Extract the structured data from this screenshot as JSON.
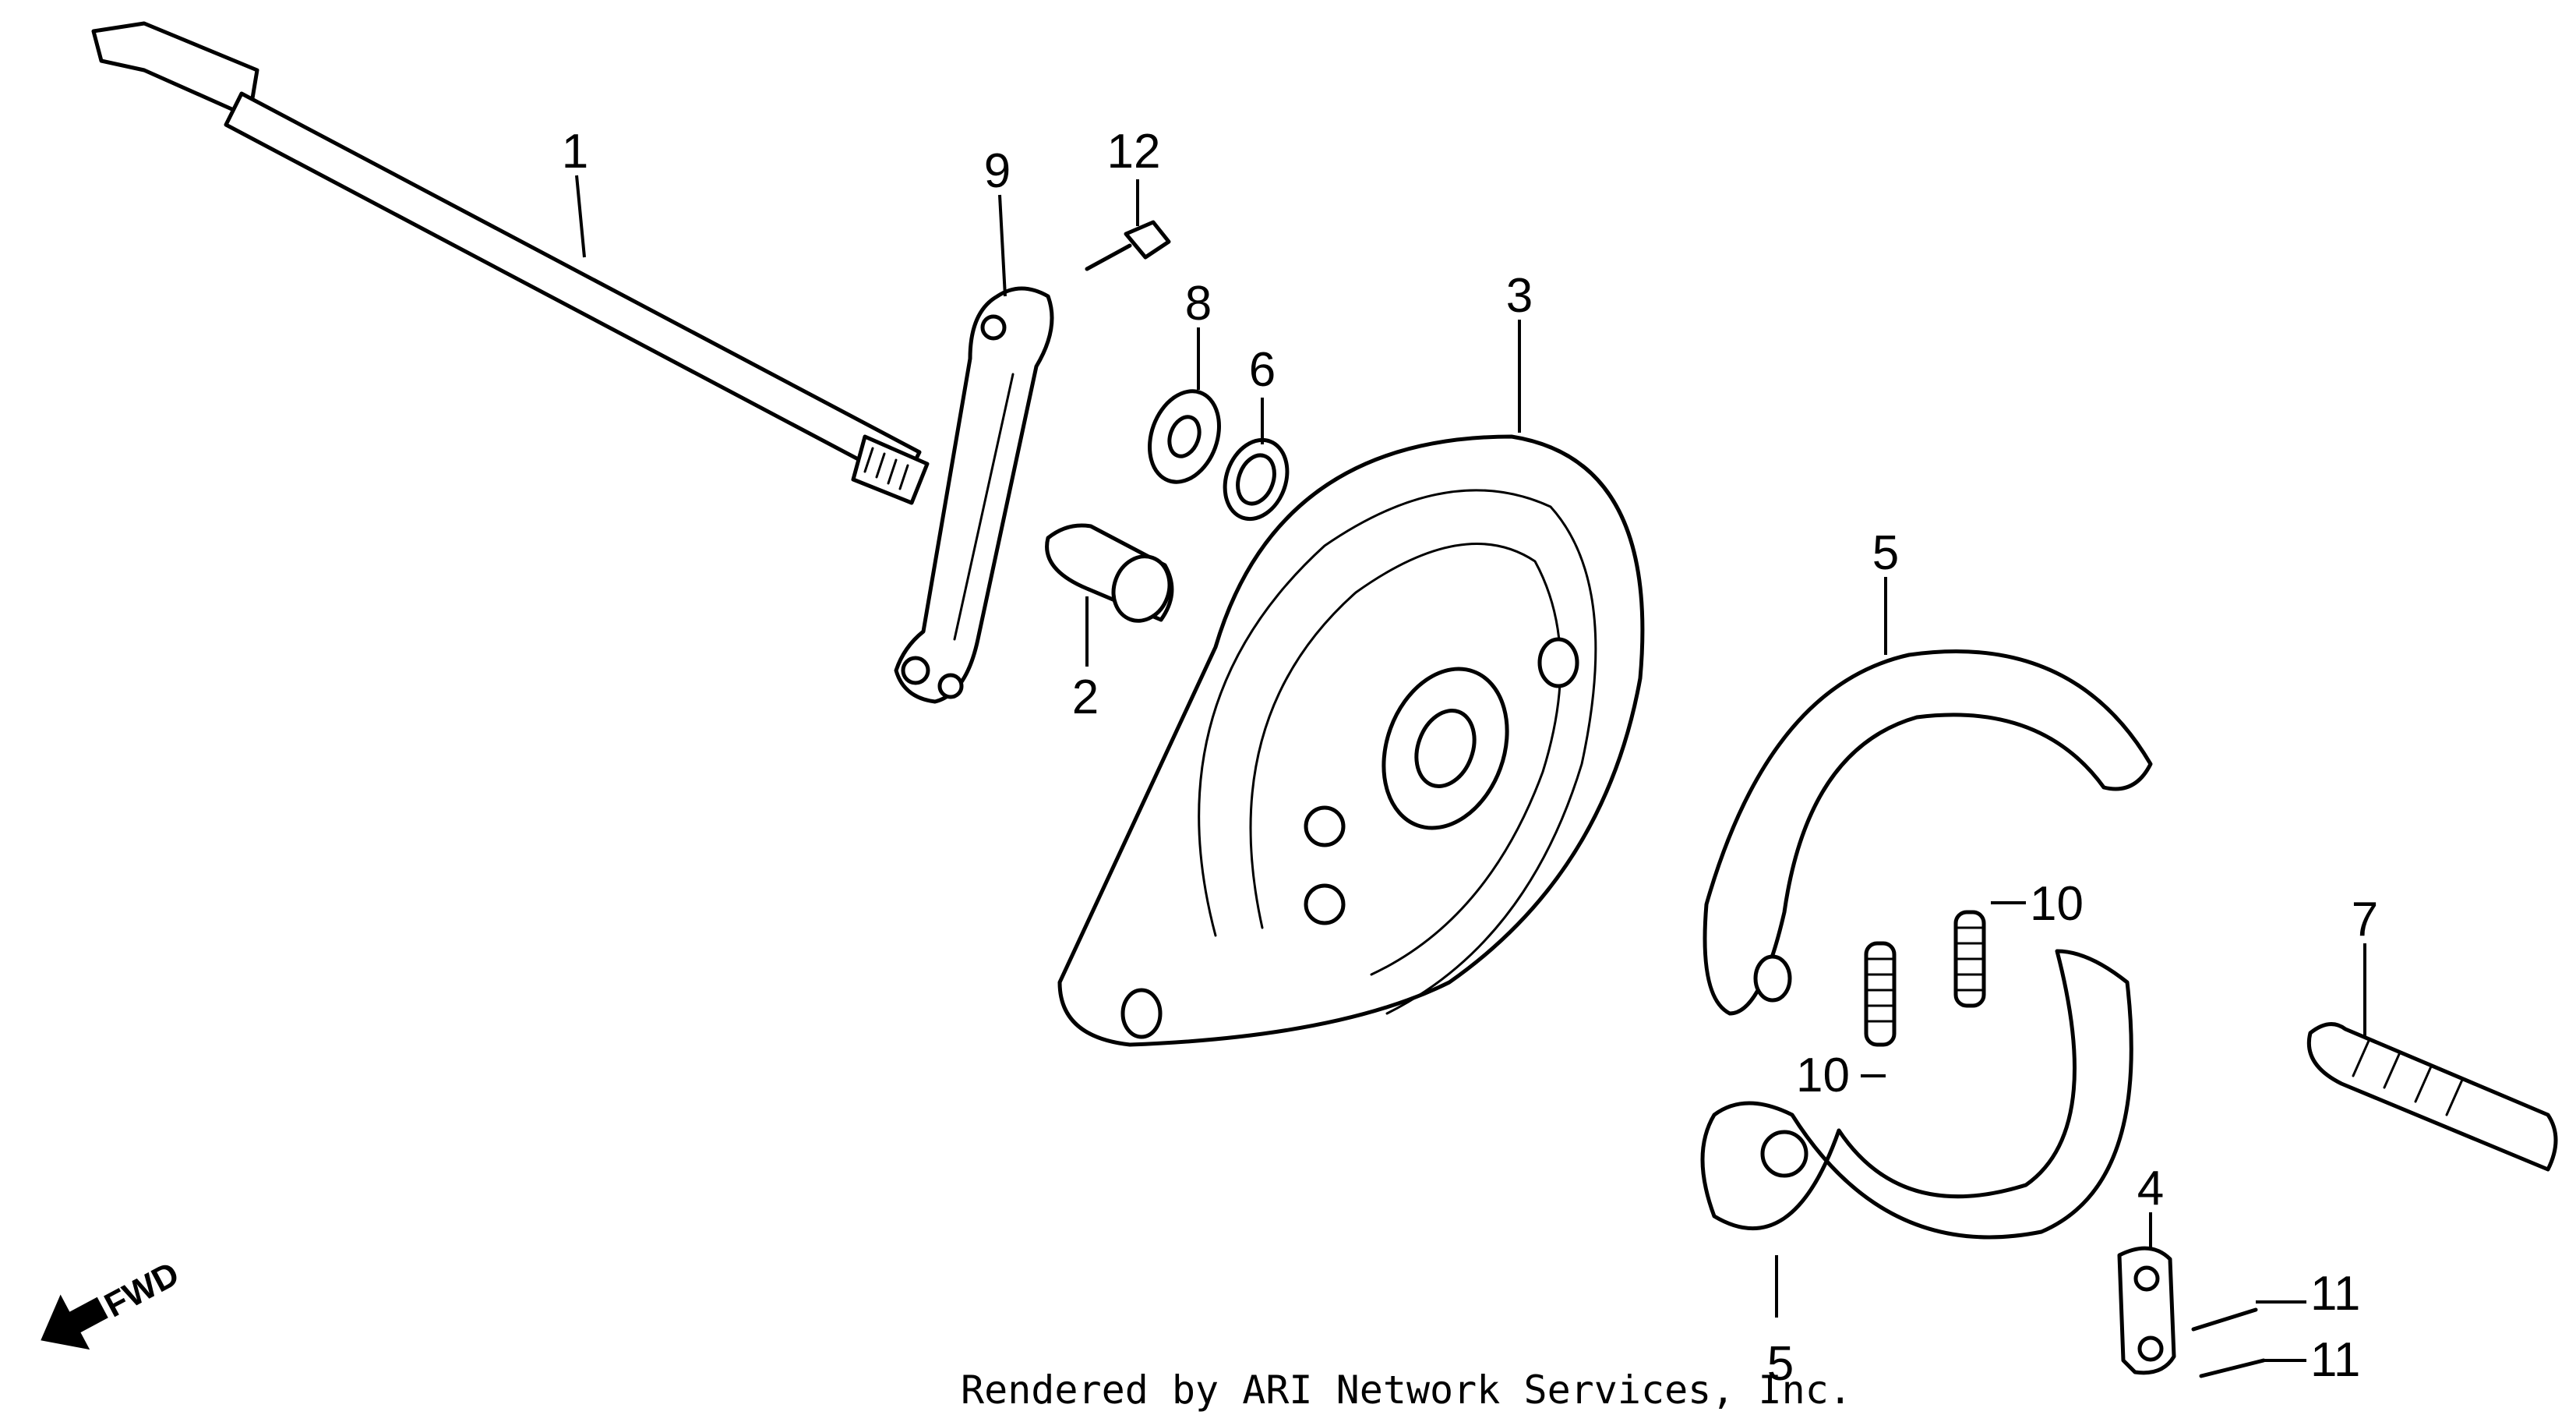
{
  "diagram": {
    "callouts": [
      "1",
      "2",
      "3",
      "4",
      "5",
      "5",
      "6",
      "7",
      "8",
      "9",
      "10",
      "10",
      "11",
      "11",
      "12"
    ],
    "fwd_label": "FWD",
    "credit": "Rendered by ARI Network Services, Inc."
  }
}
